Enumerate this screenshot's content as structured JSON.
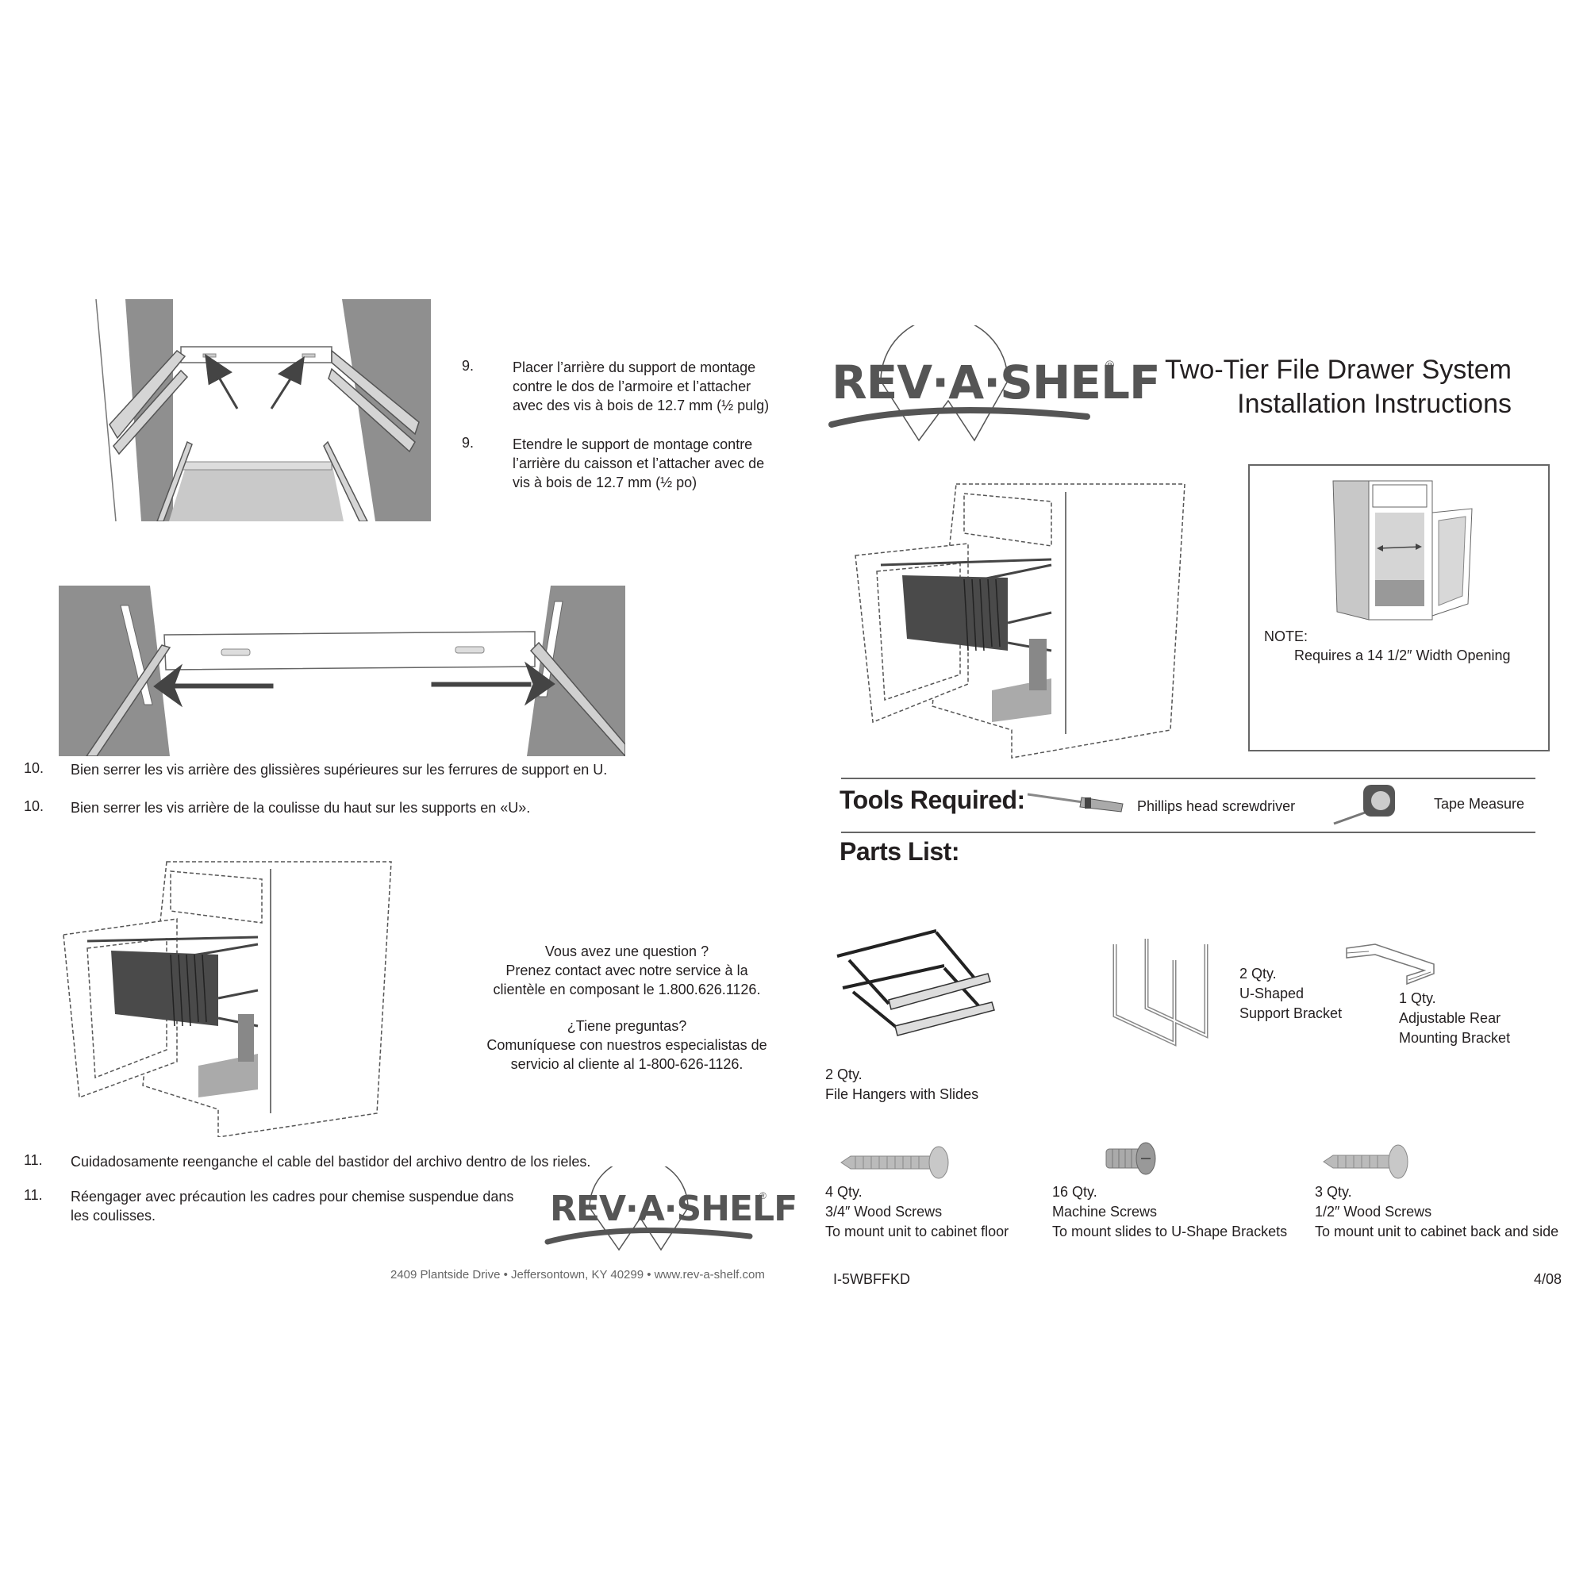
{
  "left_page": {
    "step9": [
      {
        "number": "9.",
        "text_lines": [
          "Placer l’arrière du support de montage",
          "contre le dos de l’armoire et l’attacher",
          "avec des vis à bois de 12.7 mm (½ pulg)"
        ]
      },
      {
        "number": "9.",
        "text_lines": [
          "Etendre le support de montage contre",
          "l’arrière du caisson et l’attacher avec de",
          "vis à bois de 12.7 mm (½ po)"
        ]
      }
    ],
    "step10": [
      {
        "number": "10.",
        "text": "Bien serrer les vis arrière des glissières supérieures sur les ferrures de support en U."
      },
      {
        "number": "10.",
        "text": "Bien serrer les vis arrière de la coulisse du haut sur les supports en «U»."
      }
    ],
    "contact": {
      "fr_lines": [
        "Vous avez une question ?",
        "Prenez contact avec notre service à la",
        "clientèle en composant le 1.800.626.1126."
      ],
      "es_lines": [
        "¿Tiene preguntas?",
        "Comuníquese con nuestros especialistas de",
        "servicio al cliente al 1-800-626-1126."
      ]
    },
    "step11": [
      {
        "number": "11.",
        "text_lines": [
          "Cuidadosamente reenganche el cable del bastidor del archivo dentro de los rieles."
        ]
      },
      {
        "number": "11.",
        "text_lines": [
          "Réengager avec précaution les cadres pour chemise suspendue dans",
          "les coulisses."
        ]
      }
    ],
    "logo": {
      "text": "REV·A·SHELF",
      "registered": "®"
    },
    "address": "2409 Plantside Drive • Jeffersontown, KY 40299 • www.rev-a-shelf.com"
  },
  "right_page": {
    "logo": {
      "text": "REV·A·SHELF",
      "registered": "®"
    },
    "title_line1": "Two-Tier File Drawer System",
    "title_line2": "Installation Instructions",
    "note": {
      "label": "NOTE:",
      "text": "Requires a 14 1/2″ Width Opening"
    },
    "tools": {
      "heading": "Tools Required:",
      "items": [
        {
          "icon": "screwdriver-icon",
          "label": "Phillips head screwdriver"
        },
        {
          "icon": "tape-measure-icon",
          "label": "Tape Measure"
        }
      ]
    },
    "parts": {
      "heading": "Parts List:",
      "items": [
        {
          "qty": "2 Qty.",
          "name_lines": [
            "File Hangers with Slides"
          ]
        },
        {
          "qty": "2 Qty.",
          "name_lines": [
            "U-Shaped",
            "Support Bracket"
          ]
        },
        {
          "qty": "1 Qty.",
          "name_lines": [
            "Adjustable Rear",
            "Mounting Bracket"
          ]
        },
        {
          "qty": "4 Qty.",
          "name_lines": [
            "3/4″ Wood Screws",
            "To mount unit to cabinet floor"
          ]
        },
        {
          "qty": "16 Qty.",
          "name_lines": [
            "Machine Screws",
            "To mount slides to U-Shape Brackets"
          ]
        },
        {
          "qty": "3 Qty.",
          "name_lines": [
            "1/2″ Wood Screws",
            "To mount unit to cabinet back and side"
          ]
        }
      ]
    },
    "doc_code": "I-5WBFFKD",
    "date": "4/08"
  },
  "colors": {
    "text": "#231f20",
    "panel_gray": "#8f8f8f",
    "line": "#666666",
    "logo_gray": "#555555"
  }
}
